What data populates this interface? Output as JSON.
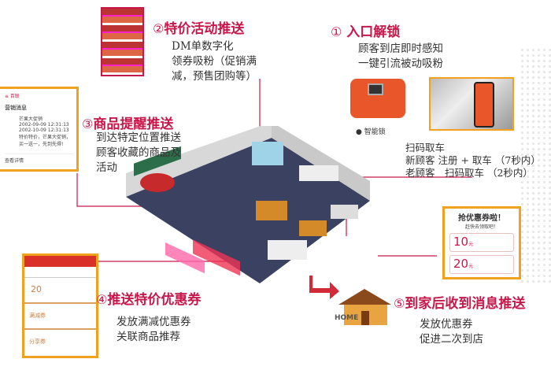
{
  "steps": [
    {
      "num": "①",
      "title": "入口解锁",
      "lines": "顾客到店即时感知\n一键引流被动吸粉",
      "sub_label": "智能锁",
      "extra": "扫码取车\n新顾客 注册 + 取车 （7秒内）\n老顾客　扫码取车 （2秒内）"
    },
    {
      "num": "②",
      "title": "特价活动推送",
      "lines": "DM单数字化\n领券吸粉（促销满\n减，预售团购等）"
    },
    {
      "num": "③",
      "title": "商品提醒推送",
      "lines": "到达特定位置推送\n顾客收藏的商品及\n活动"
    },
    {
      "num": "④",
      "title": "推送特价优惠券",
      "lines": "发放满减优惠券\n关联商品推荐"
    },
    {
      "num": "⑤",
      "title": "到家后收到消息推送",
      "lines": "发放优惠券\n促进二次到店"
    }
  ],
  "notification_card": {
    "header": "营销消息",
    "rows": [
      [
        "",
        "芒果大促销"
      ],
      [
        "",
        "2002-09-09 12:31:13"
      ],
      [
        "",
        "2002-10-09 12:31:13"
      ],
      [
        "",
        "特价特价，芒果大促销，买一送一，先到先得!"
      ]
    ],
    "footer": "查看详情"
  },
  "coupon_card": {
    "title": "抢优惠券啦！",
    "subtitle": "赶快去领取吧！",
    "coupons": [
      {
        "amount": "10",
        "unit": "元"
      },
      {
        "amount": "20",
        "unit": "元"
      }
    ]
  },
  "phone_card": {
    "coupons": [
      "20",
      "满减券",
      "分享券"
    ]
  },
  "house_label": "HOME",
  "colors": {
    "accent": "#c8174a",
    "border": "#f0a21e",
    "lock": "#e9562a"
  }
}
